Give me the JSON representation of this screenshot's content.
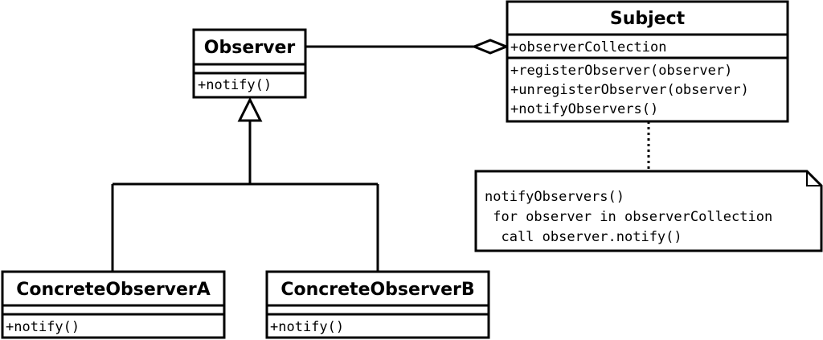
{
  "observer": {
    "name": "Observer",
    "operations": [
      "+notify()"
    ]
  },
  "subject": {
    "name": "Subject",
    "attributes": [
      "+observerCollection"
    ],
    "operations": [
      "+registerObserver(observer)",
      "+unregisterObserver(observer)",
      "+notifyObservers()"
    ]
  },
  "concrete_a": {
    "name": "ConcreteObserverA",
    "operations": [
      "+notify()"
    ]
  },
  "concrete_b": {
    "name": "ConcreteObserverB",
    "operations": [
      "+notify()"
    ]
  },
  "note": {
    "lines": [
      "notifyObservers()",
      " for observer in observerCollection",
      "  call observer.notify()"
    ]
  }
}
